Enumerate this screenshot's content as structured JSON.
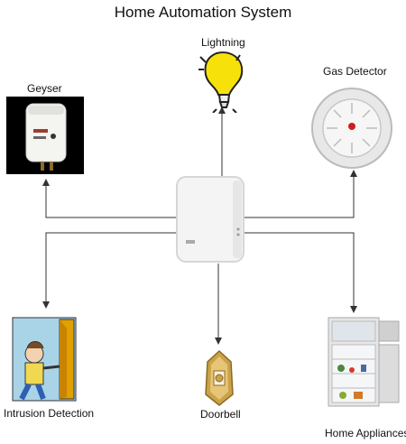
{
  "title": "Home Automation System",
  "nodes": {
    "lightning": {
      "label": "Lightning",
      "icon": "light-bulb-icon"
    },
    "gas_detector": {
      "label": "Gas Detector",
      "icon": "smoke-detector-icon"
    },
    "geyser": {
      "label": "Geyser",
      "icon": "water-heater-icon"
    },
    "hub": {
      "label": "",
      "icon": "router-hub-icon"
    },
    "intrusion": {
      "label": "Intrusion Detection",
      "icon": "door-person-icon"
    },
    "doorbell": {
      "label": "Doorbell",
      "icon": "doorbell-icon"
    },
    "appliances": {
      "label": "Home Appliances",
      "icon": "refrigerator-icon"
    }
  },
  "colors": {
    "line": "#333333",
    "bulb": "#f7e10a",
    "brass": "#c9a24a"
  }
}
